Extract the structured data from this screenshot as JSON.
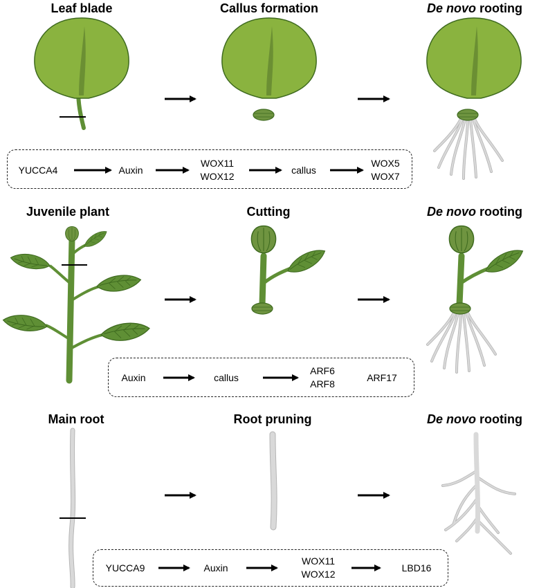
{
  "rows": [
    {
      "titles": [
        {
          "text": "Leaf blade"
        },
        {
          "text": "Callus formation"
        },
        {
          "italic": "De novo",
          "text": " rooting"
        }
      ],
      "pathway": [
        "YUCCA4",
        "Auxin",
        "WOX11",
        "WOX12",
        "callus",
        "WOX5",
        "WOX7"
      ]
    },
    {
      "titles": [
        {
          "text": "Juvenile plant"
        },
        {
          "text": "Cutting"
        },
        {
          "italic": "De novo",
          "text": " rooting"
        }
      ],
      "pathway": [
        "Auxin",
        "callus",
        "ARF6",
        "ARF8",
        "ARF17"
      ]
    },
    {
      "titles": [
        {
          "text": "Main root"
        },
        {
          "text": "Root pruning"
        },
        {
          "italic": "De novo",
          "text": " rooting"
        }
      ],
      "pathway": [
        "YUCCA9",
        "Auxin",
        "WOX11",
        "WOX12",
        "LBD16"
      ]
    }
  ],
  "colors": {
    "leaf": "#8ab33f",
    "leaf_outline": "#3e6a1f",
    "stem": "#5f8f35",
    "vein": "#6b8f33",
    "callus": "#6f9440",
    "root": "#d9d9d9",
    "root_outline": "#b5b5b5",
    "arrow": "#000000"
  }
}
